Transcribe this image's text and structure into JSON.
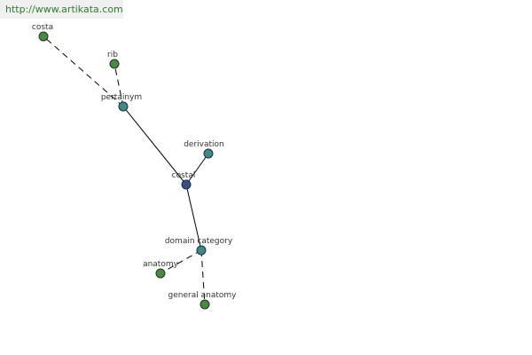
{
  "banner": {
    "url_text": "http://www.artikata.com"
  },
  "colors": {
    "center_node": "#3b4a8c",
    "relation_node": "#3d8a87",
    "leaf_node": "#4a8a3c",
    "node_stroke": "#1f2f3a",
    "edge": "#000000"
  },
  "graph": {
    "nodes": [
      {
        "id": "costal",
        "label": "costal",
        "kind": "center"
      },
      {
        "id": "pertainym",
        "label": "pertainym",
        "kind": "relation"
      },
      {
        "id": "derivation",
        "label": "derivation",
        "kind": "relation"
      },
      {
        "id": "domain_category",
        "label": "domain category",
        "kind": "relation"
      },
      {
        "id": "costa",
        "label": "costa",
        "kind": "leaf"
      },
      {
        "id": "rib",
        "label": "rib",
        "kind": "leaf"
      },
      {
        "id": "anatomy",
        "label": "anatomy",
        "kind": "leaf"
      },
      {
        "id": "general_anatomy",
        "label": "general anatomy",
        "kind": "leaf"
      }
    ],
    "edges": [
      {
        "from": "costal",
        "to": "pertainym",
        "style": "solid"
      },
      {
        "from": "costal",
        "to": "derivation",
        "style": "solid"
      },
      {
        "from": "costal",
        "to": "domain_category",
        "style": "solid"
      },
      {
        "from": "pertainym",
        "to": "costa",
        "style": "dashed"
      },
      {
        "from": "pertainym",
        "to": "rib",
        "style": "dashed"
      },
      {
        "from": "domain_category",
        "to": "anatomy",
        "style": "dashed"
      },
      {
        "from": "domain_category",
        "to": "general_anatomy",
        "style": "dashed"
      }
    ]
  }
}
